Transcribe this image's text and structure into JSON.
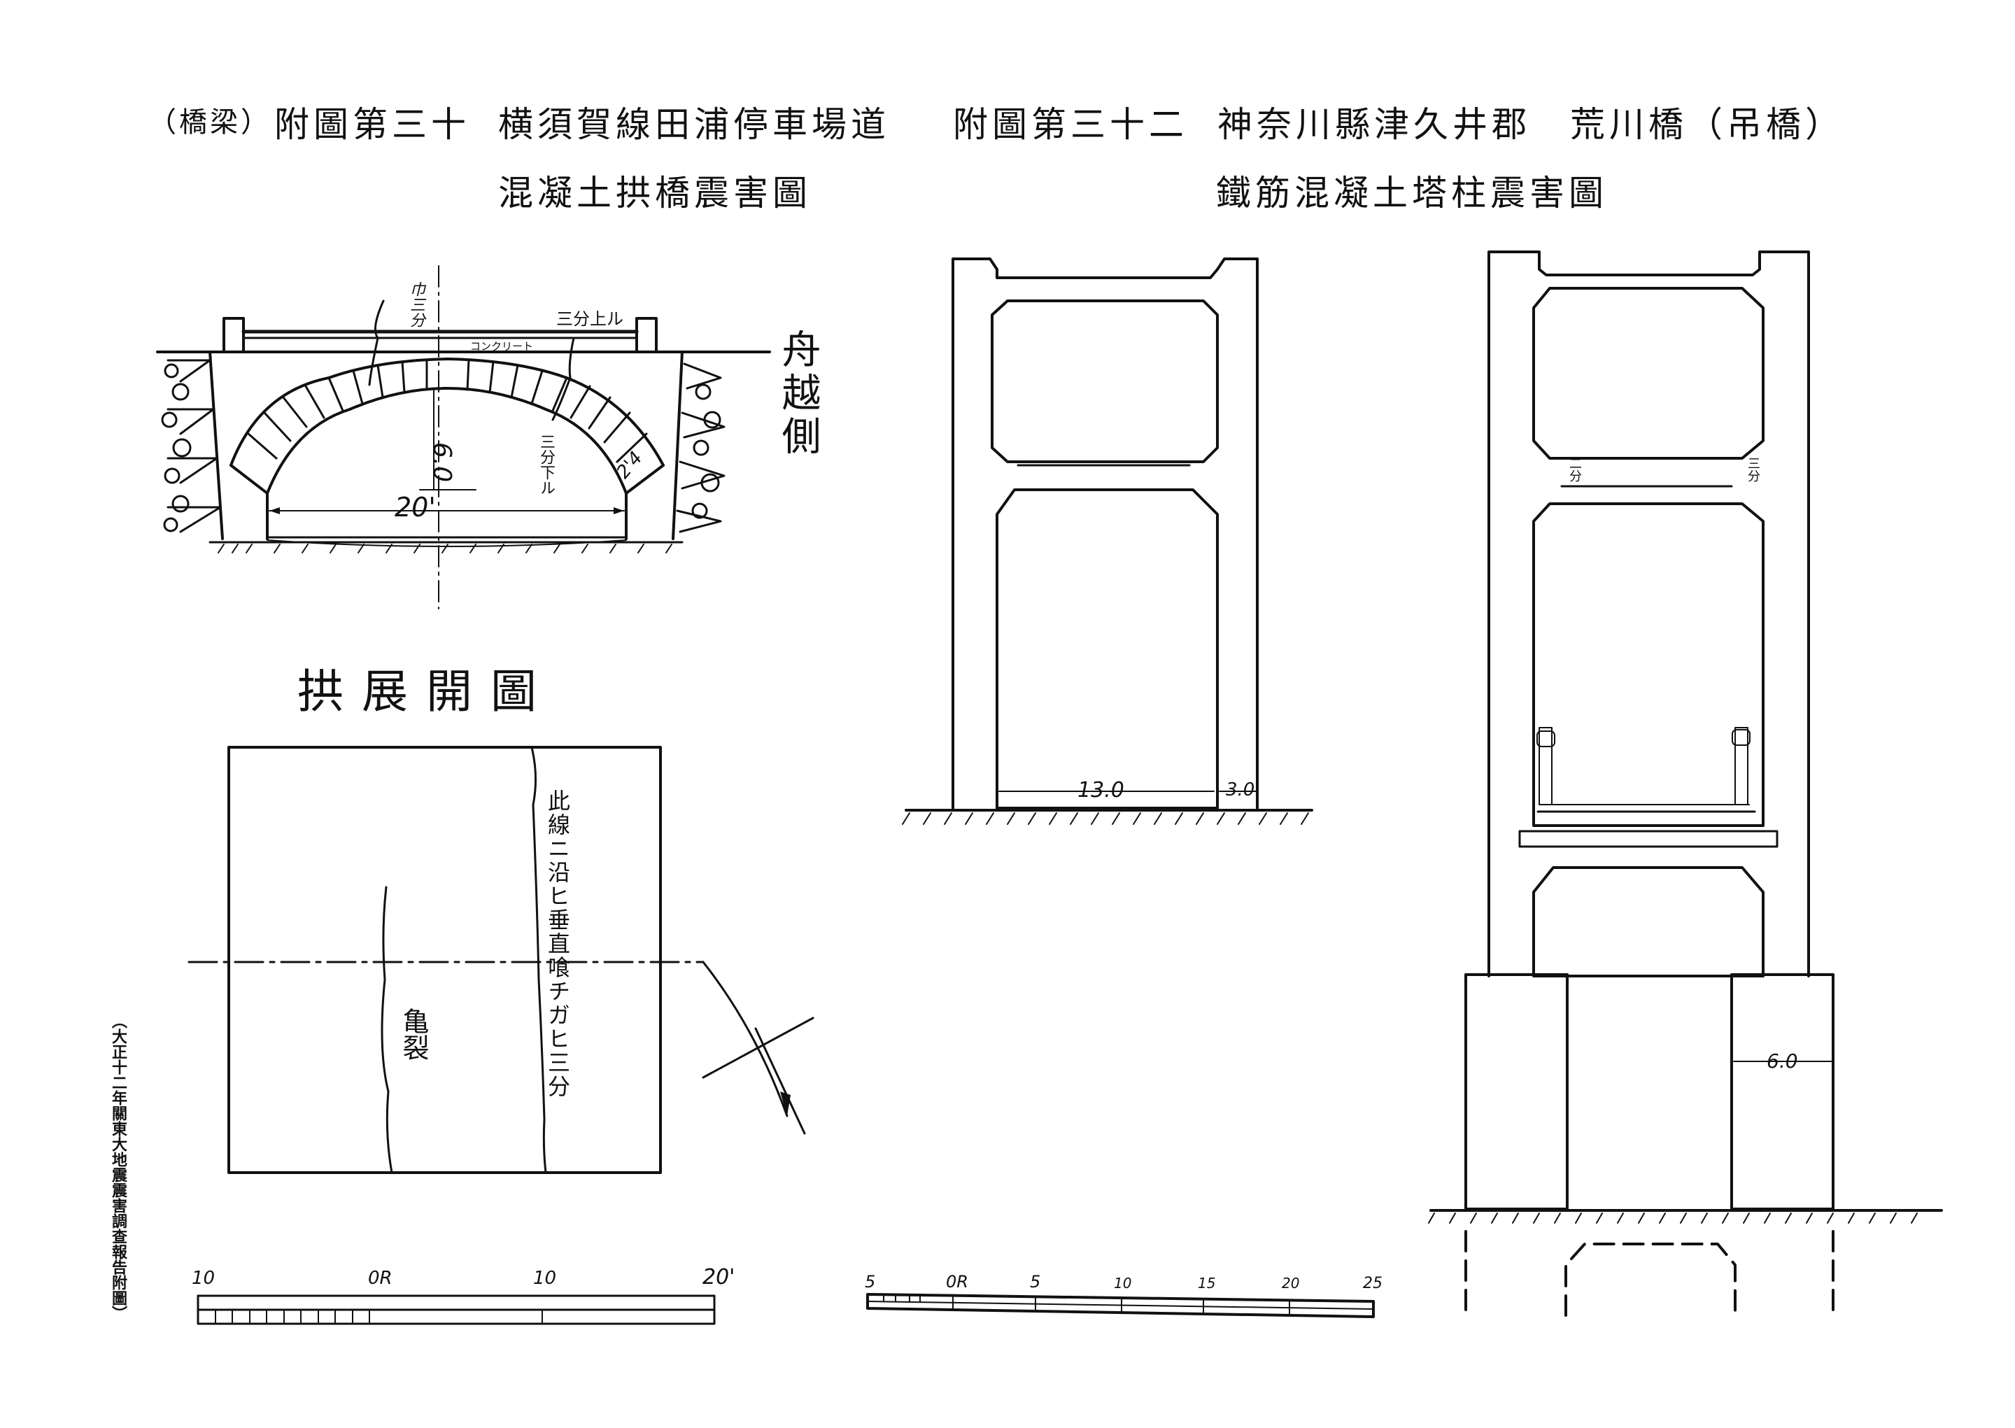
{
  "left_plate": {
    "category": "（橋梁）",
    "plate_number": "附圖第三十",
    "title_line1": "横須賀線田浦停車場道",
    "title_line2": "混凝土拱橋震害圖",
    "side_label": "舟越側",
    "annotations": {
      "crack_top_left": "巾三分",
      "rise_top_right": "三分上ル",
      "concrete": "コンクリート",
      "drop_label": "三分下ル",
      "rise_dim": "6.0",
      "span_dim": "20'",
      "ring_dim": "2'4"
    },
    "development_title": "拱展開圖",
    "development_notes": {
      "crack_label": "亀裂",
      "line_note": "此線ニ沿ヒ垂直喰チガヒ三分"
    },
    "scale": {
      "labels": [
        "10",
        "0R",
        "10",
        "20'"
      ]
    }
  },
  "right_plate": {
    "plate_number": "附圖第三十二",
    "title_line1": "神奈川縣津久井郡　荒川橋（吊橋）",
    "title_line2": "鐵筋混凝土塔柱震害圖",
    "tower1_dims": {
      "inner_width": "13.0",
      "column_width": "3.0"
    },
    "tower2_dims": {
      "left_crack": "二分",
      "right_crack": "三分",
      "base_width": "6.0"
    },
    "scale": {
      "labels": [
        "5",
        "0R",
        "5",
        "10",
        "15",
        "20",
        "25"
      ]
    }
  },
  "margin_note": "（大正十二年關東大地震震害調查報告附圖）"
}
